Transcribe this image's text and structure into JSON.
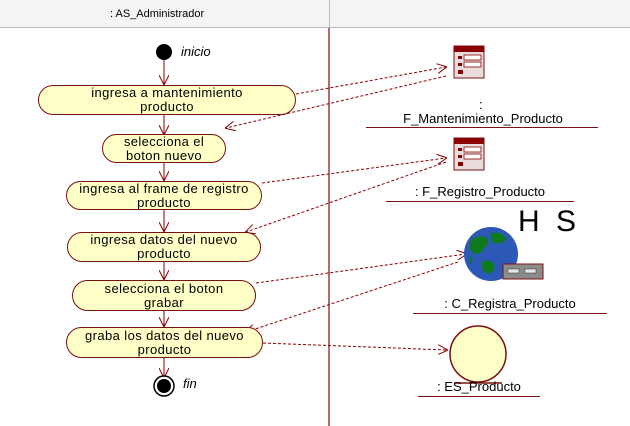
{
  "swimlane": {
    "lane_title": ": AS_Administrador"
  },
  "states": {
    "start_label": "inicio",
    "end_label": "fin"
  },
  "activities": [
    "ingresa a mantenimiento producto",
    "selecciona el boton nuevo",
    "ingresa al frame de registro producto",
    "ingresa datos del nuevo producto",
    "selecciona el boton grabar",
    "graba los datos del nuevo producto"
  ],
  "objects": {
    "f_mantenimiento": {
      "prefix": ":",
      "name": "F_Mantenimiento_Producto",
      "icon": "form-icon"
    },
    "f_registro": {
      "name": ": F_Registro_Producto",
      "icon": "form-icon"
    },
    "c_registra": {
      "name": ": C_Registra_Producto",
      "icon": "globe-control-icon"
    },
    "es_producto": {
      "name": ": ES_Producto",
      "icon": "entity-circle-icon"
    }
  },
  "watermark": {
    "text": "H S"
  },
  "colors": {
    "activity_fill": "#ffffc8",
    "border": "#7a1010",
    "arrow": "#8b0000"
  }
}
